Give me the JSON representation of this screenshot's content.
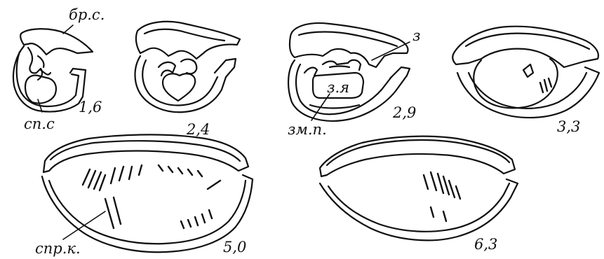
{
  "figure": {
    "sections": [
      {
        "id": "s1",
        "value": "1,6"
      },
      {
        "id": "s2",
        "value": "2,4"
      },
      {
        "id": "s3",
        "value": "2,9"
      },
      {
        "id": "s4",
        "value": "3,3"
      },
      {
        "id": "s5",
        "value": "5,0"
      },
      {
        "id": "s6",
        "value": "6,3"
      }
    ],
    "annotations": {
      "br_s": "бр.с.",
      "sp_s": "сп.с",
      "z": "з",
      "z_ya": "з.я",
      "zm_p": "зм.п.",
      "spr_k": "спр.к."
    }
  }
}
